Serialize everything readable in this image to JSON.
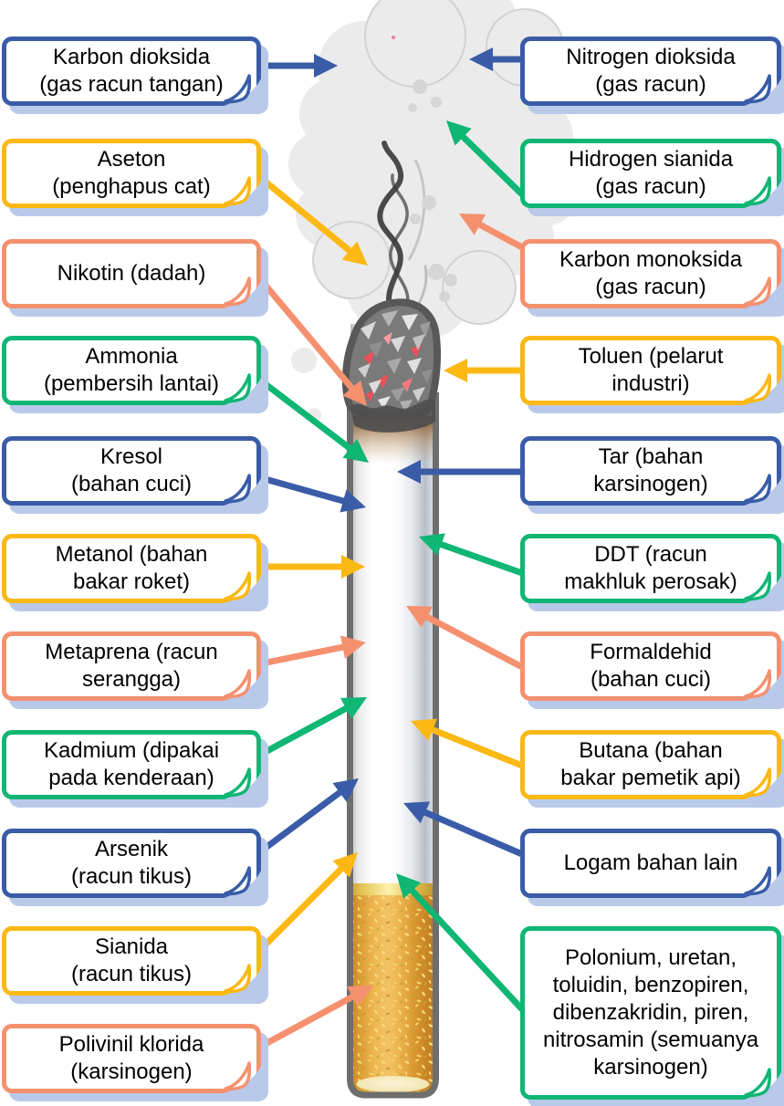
{
  "palette": {
    "blue": "#3a5ca8",
    "yellow": "#fcb813",
    "salmon": "#f5906f",
    "green": "#0fb674",
    "shadow": "#b9c9e9",
    "text": "#000000",
    "smoke": "#ebebeb",
    "outline_gray": "#6e6e6e",
    "cork_orange": "#e8a93e"
  },
  "left_labels": [
    {
      "name": "karbon-dioksida",
      "color": "blue",
      "lines": [
        "Karbon dioksida",
        "(gas racun tangan)"
      ]
    },
    {
      "name": "aseton",
      "color": "yellow",
      "lines": [
        "Aseton",
        "(penghapus cat)"
      ]
    },
    {
      "name": "nikotin",
      "color": "salmon",
      "lines": [
        "Nikotin (dadah)"
      ]
    },
    {
      "name": "ammonia",
      "color": "green",
      "lines": [
        "Ammonia",
        "(pembersih lantai)"
      ]
    },
    {
      "name": "kresol",
      "color": "blue",
      "lines": [
        "Kresol",
        "(bahan cuci)"
      ]
    },
    {
      "name": "metanol",
      "color": "yellow",
      "lines": [
        "Metanol (bahan",
        "bakar roket)"
      ]
    },
    {
      "name": "metaprena",
      "color": "salmon",
      "lines": [
        "Metaprena (racun",
        "serangga)"
      ]
    },
    {
      "name": "kadmium",
      "color": "green",
      "lines": [
        "Kadmium (dipakai",
        "pada kenderaan)"
      ]
    },
    {
      "name": "arsenik",
      "color": "blue",
      "lines": [
        "Arsenik",
        "(racun tikus)"
      ]
    },
    {
      "name": "sianida",
      "color": "yellow",
      "lines": [
        "Sianida",
        "(racun tikus)"
      ]
    },
    {
      "name": "polivinil-klorida",
      "color": "salmon",
      "lines": [
        "Polivinil klorida",
        "(karsinogen)"
      ]
    }
  ],
  "right_labels": [
    {
      "name": "nitrogen-dioksida",
      "color": "blue",
      "lines": [
        "Nitrogen dioksida",
        "(gas racun)"
      ]
    },
    {
      "name": "hidrogen-sianida",
      "color": "green",
      "lines": [
        "Hidrogen sianida",
        "(gas racun)"
      ]
    },
    {
      "name": "karbon-monoksida",
      "color": "salmon",
      "lines": [
        "Karbon monoksida",
        "(gas racun)"
      ]
    },
    {
      "name": "toluen",
      "color": "yellow",
      "lines": [
        "Toluen (pelarut",
        "industri)"
      ]
    },
    {
      "name": "tar",
      "color": "blue",
      "lines": [
        "Tar (bahan",
        "karsinogen)"
      ]
    },
    {
      "name": "ddt",
      "color": "green",
      "lines": [
        "DDT (racun",
        "makhluk perosak)"
      ]
    },
    {
      "name": "formaldehid",
      "color": "salmon",
      "lines": [
        "Formaldehid",
        "(bahan cuci)"
      ]
    },
    {
      "name": "butana",
      "color": "yellow",
      "lines": [
        "Butana (bahan",
        "bakar pemetik api)"
      ]
    },
    {
      "name": "logam-bahan-lain",
      "color": "blue",
      "lines": [
        "Logam bahan lain"
      ]
    },
    {
      "name": "polonium-group",
      "color": "green",
      "lines": [
        "Polonium, uretan,",
        "toluidin, benzopiren,",
        "dibenzakridin, piren,",
        "nitrosamin (semuanya",
        "karsinogen)"
      ]
    }
  ]
}
